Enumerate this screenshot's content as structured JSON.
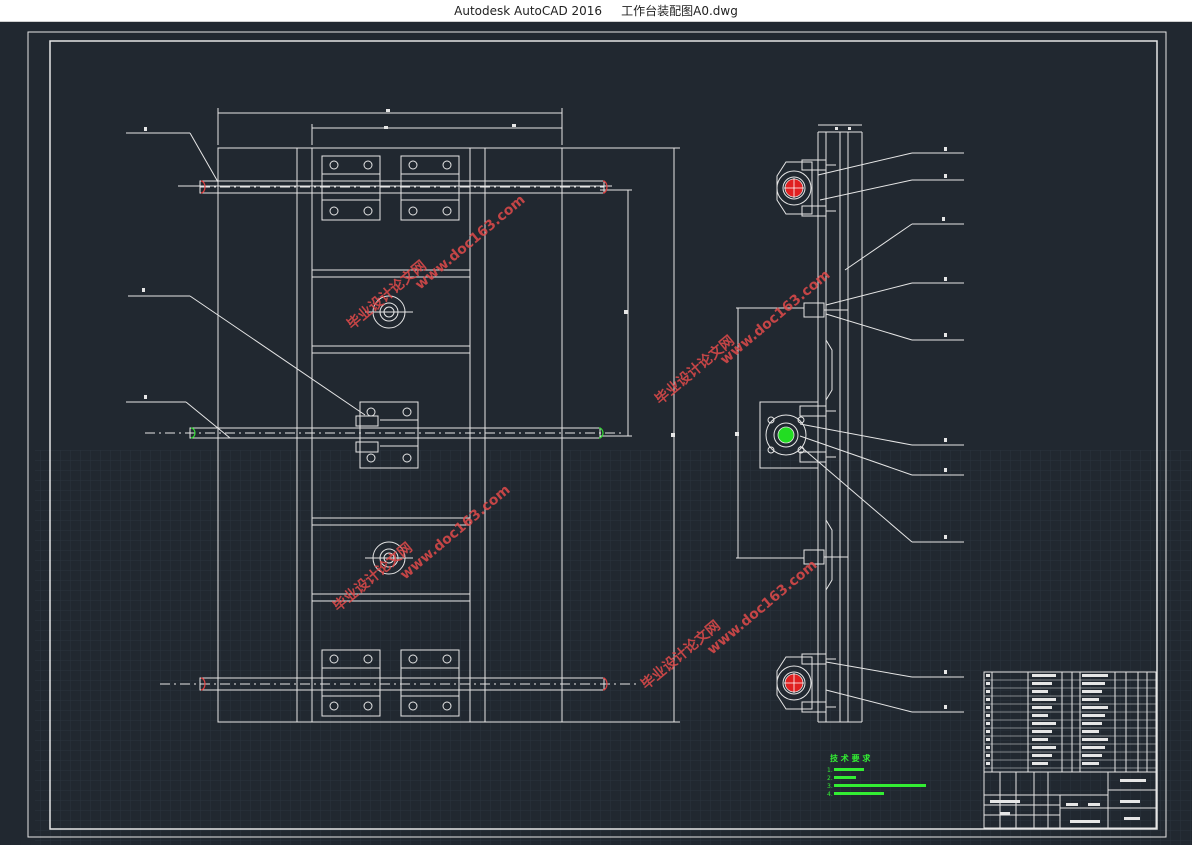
{
  "window": {
    "app_name": "Autodesk AutoCAD 2016",
    "file_name": "工作台装配图A0.dwg"
  },
  "colors": {
    "background": "#212830",
    "line": "#e6e6e6",
    "grid": "#2c3540",
    "marker_red": "#e02020",
    "marker_green": "#22dd22",
    "notes_text": "#33ee33",
    "watermark": "#e04a4a"
  },
  "watermarks": [
    {
      "text": "毕业设计论文网"
    },
    {
      "text": "www.doc163.com"
    }
  ],
  "technical_notes": {
    "heading": "技 术 要 求",
    "items": [
      "1.",
      "2.",
      "3.",
      "4."
    ]
  },
  "title_block": {
    "visible": true
  }
}
